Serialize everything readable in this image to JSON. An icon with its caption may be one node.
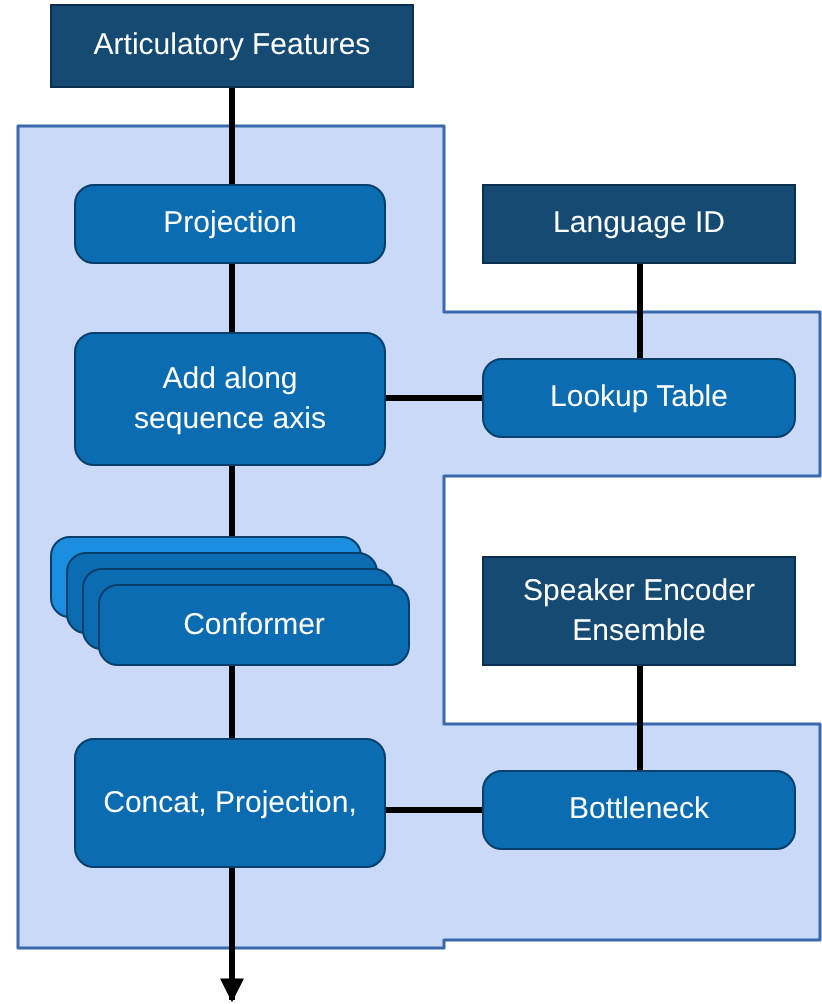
{
  "diagram": {
    "nodes": [
      {
        "text": [
          "Articulatory Features"
        ]
      },
      {
        "text": [],
        "shape": "box"
      },
      {
        "text": [
          "Projection"
        ],
        "in": 1
      },
      {
        "text": [
          "Language ID"
        ]
      },
      {
        "text": [
          "Add along sequence axis"
        ],
        "in": 1
      },
      {
        "text": [
          "Lookup Table"
        ],
        "in": 1
      },
      {
        "text": [
          "Conformer"
        ],
        "in": 1
      },
      {
        "text": [
          "Speaker Encoder Ensemble"
        ]
      },
      {
        "text": [
          "Concat, Projection,"
        ],
        "in": 1
      },
      {
        "text": [
          "Bottleneck"
        ],
        "in": 1
      }
    ],
    "edges": [
      {
        "from": 0,
        "to": 2,
        "arrow": "none"
      },
      {
        "from": 2,
        "to": 4,
        "arrow": "none"
      },
      {
        "from": 3,
        "to": 5,
        "arrow": "none"
      },
      {
        "from": 5,
        "to": 4,
        "arrow": "none"
      },
      {
        "from": 4,
        "to": 6,
        "arrow": "none"
      },
      {
        "from": 7,
        "to": 9,
        "arrow": "none"
      },
      {
        "from": 9,
        "to": 8,
        "arrow": "none"
      },
      {
        "from": 6,
        "to": 8,
        "arrow": "none"
      },
      {
        "from": 8,
        "to": null,
        "arrow": "to"
      }
    ]
  }
}
